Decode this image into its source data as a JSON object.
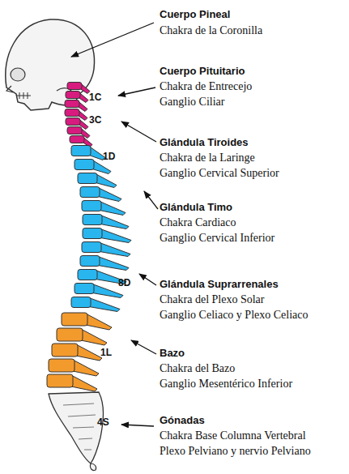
{
  "diagram": {
    "labels": [
      "Cuerpo Pineal",
      "Chakra de la Coronilla",
      "Cuerpo Pituitario",
      "Chakra de Entrecejo",
      "Ganglio Ciliar",
      "1C",
      "3C",
      "Glándula Tiroides",
      "Chakra de la Laringe",
      "Ganglio Cervical Superior",
      "1D",
      "Glándula Timo",
      "Chakra Cardiaco",
      "Ganglio Cervical Inferior",
      "8D",
      "Glándula Suprarrenales",
      "Chakra del Plexo Solar",
      "Ganglio Celiaco y Plexo Celiaco",
      "1L",
      "Bazo",
      "Chakra del Bazo",
      "Ganglio Mesentérico Inferior",
      "4S",
      "Gónadas",
      "Chakra Base Columna Vertebral",
      "Plexo Pelviano y nervio Pelviano"
    ]
  }
}
